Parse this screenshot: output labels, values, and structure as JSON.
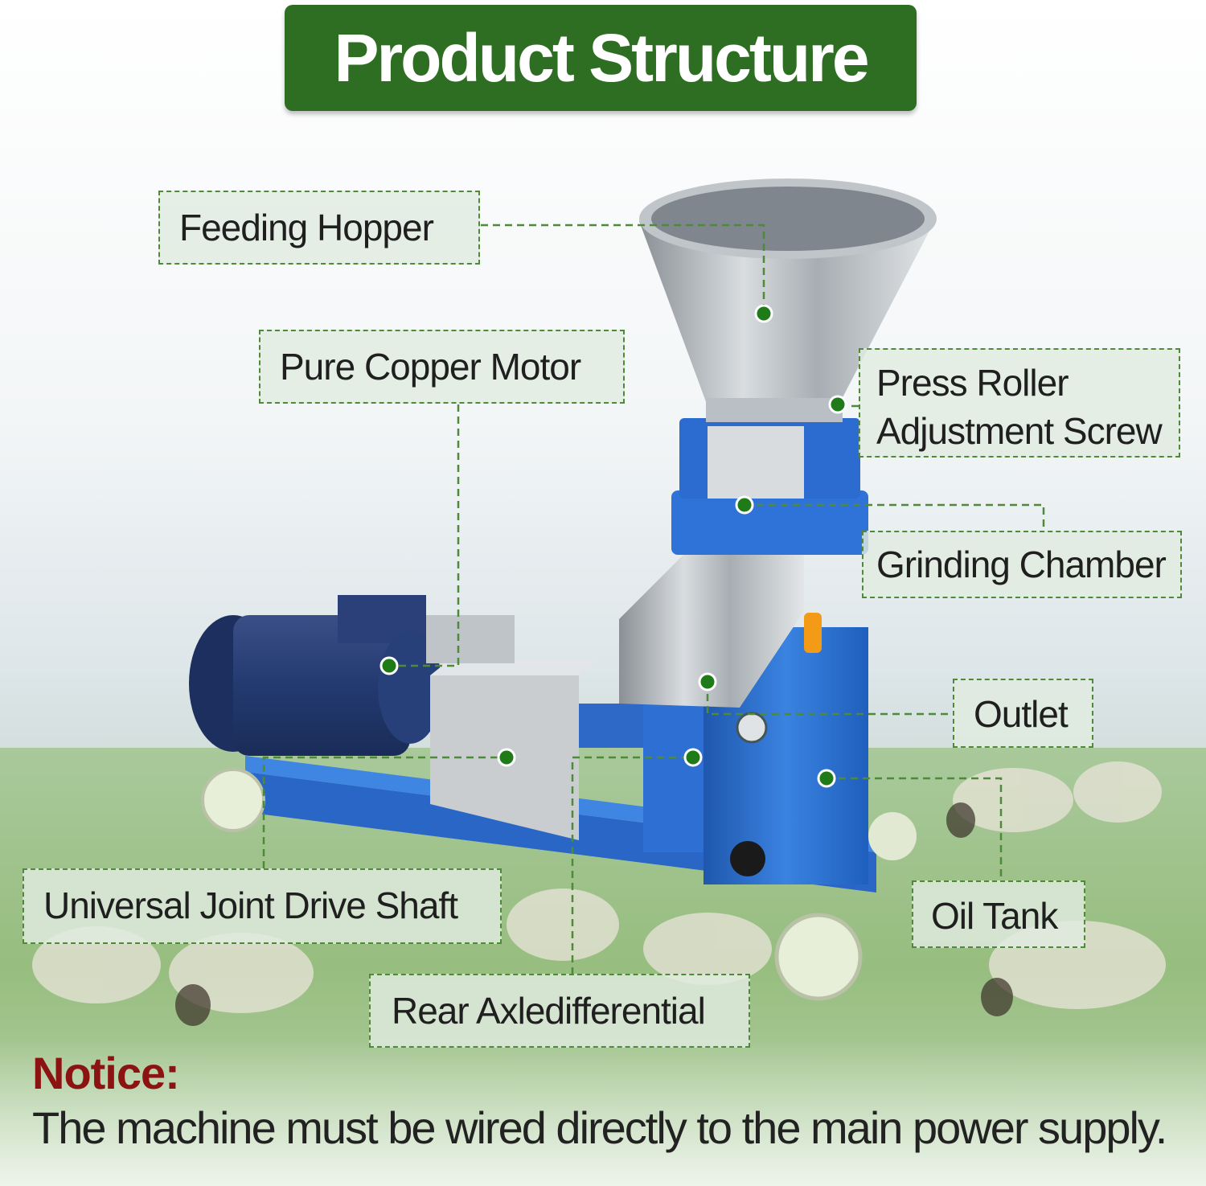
{
  "title": "Product Structure",
  "labels": {
    "feeding_hopper": "Feeding Hopper",
    "pure_copper_motor": "Pure Copper Motor",
    "press_roller_line1": "Press Roller",
    "press_roller_line2": "Adjustment Screw",
    "grinding_chamber": "Grinding Chamber",
    "outlet": "Outlet",
    "oil_tank": "Oil Tank",
    "universal_joint": "Universal Joint Drive Shaft",
    "rear_axle": "Rear Axledifferential"
  },
  "notice": {
    "title": "Notice:",
    "text": "The machine must be wired directly to the main power supply."
  },
  "colors": {
    "banner": "#2e6e22",
    "connector": "#4f8a3a",
    "dot": "#1f7a18",
    "notice_title": "#8b1312",
    "machine_blue": "#2c6fd0"
  }
}
